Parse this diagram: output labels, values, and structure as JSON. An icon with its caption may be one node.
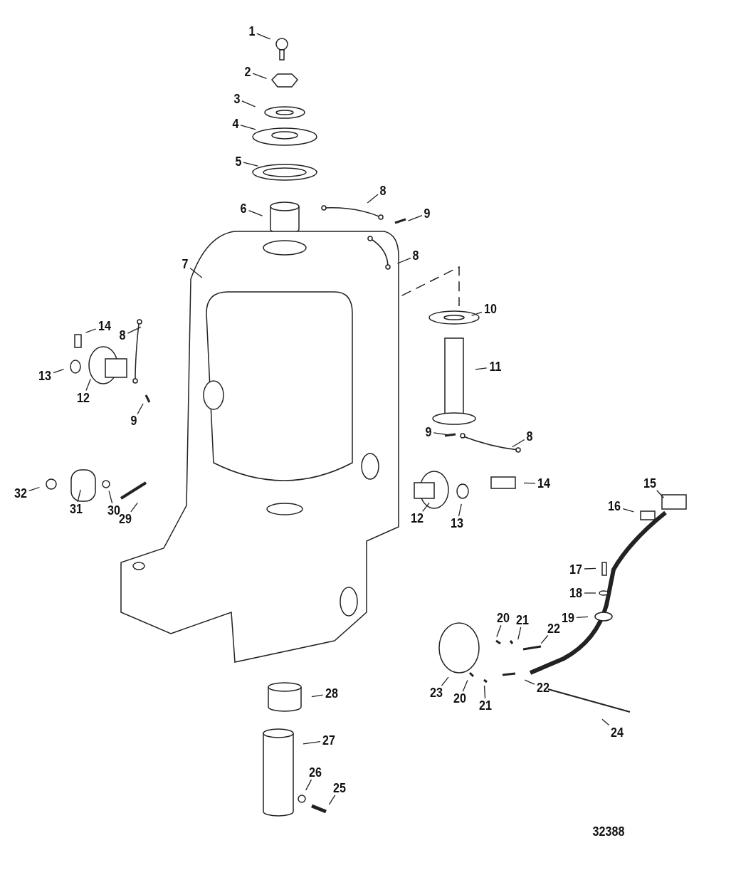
{
  "diagram": {
    "nodes": [
      {
        "text": [
          "1"
        ]
      },
      {
        "text": [
          "2"
        ]
      },
      {
        "text": [
          "3"
        ]
      },
      {
        "text": [
          "4"
        ]
      },
      {
        "text": [
          "5"
        ]
      },
      {
        "text": [
          "8"
        ]
      },
      {
        "text": [
          "9"
        ]
      },
      {
        "text": [
          "6"
        ]
      },
      {
        "text": [
          "8"
        ]
      },
      {
        "text": [
          "7"
        ]
      },
      {
        "text": [
          "10"
        ]
      },
      {
        "text": [
          "8"
        ]
      },
      {
        "text": [
          "14"
        ]
      },
      {
        "text": [
          "11"
        ]
      },
      {
        "text": [
          "13"
        ]
      },
      {
        "text": [
          "12"
        ]
      },
      {
        "text": [
          "9"
        ]
      },
      {
        "text": [
          "8"
        ]
      },
      {
        "text": [
          "9"
        ]
      },
      {
        "text": [
          "14"
        ]
      },
      {
        "text": [
          "32"
        ]
      },
      {
        "text": [
          "31"
        ]
      },
      {
        "text": [
          "30"
        ]
      },
      {
        "text": [
          "15"
        ]
      },
      {
        "text": [
          "29"
        ]
      },
      {
        "text": [
          "16"
        ]
      },
      {
        "text": [
          "12"
        ]
      },
      {
        "text": [
          "13"
        ]
      },
      {
        "text": [
          "17"
        ]
      },
      {
        "text": [
          "18"
        ]
      },
      {
        "text": [
          "19"
        ]
      },
      {
        "text": [
          "20"
        ]
      },
      {
        "text": [
          "21"
        ]
      },
      {
        "text": [
          "22"
        ]
      },
      {
        "text": [
          "23"
        ]
      },
      {
        "text": [
          "20"
        ]
      },
      {
        "text": [
          "21"
        ]
      },
      {
        "text": [
          "22"
        ]
      },
      {
        "text": [
          "28"
        ]
      },
      {
        "text": [
          "24"
        ]
      },
      {
        "text": [
          "27"
        ]
      },
      {
        "text": [
          "26"
        ]
      },
      {
        "text": [
          "25"
        ]
      }
    ],
    "edges": [
      {
        "from": 0,
        "to": null,
        "arrow": "none"
      },
      {
        "from": 1,
        "to": null,
        "arrow": "none"
      },
      {
        "from": 2,
        "to": null,
        "arrow": "none"
      },
      {
        "from": 3,
        "to": null,
        "arrow": "none"
      },
      {
        "from": 4,
        "to": null,
        "arrow": "none"
      },
      {
        "from": 5,
        "to": null,
        "arrow": "none"
      },
      {
        "from": 6,
        "to": null,
        "arrow": "none"
      },
      {
        "from": 7,
        "to": null,
        "arrow": "none"
      },
      {
        "from": 8,
        "to": null,
        "arrow": "none"
      },
      {
        "from": 9,
        "to": null,
        "arrow": "none"
      },
      {
        "from": 10,
        "to": null,
        "arrow": "none"
      },
      {
        "from": 11,
        "to": null,
        "arrow": "none"
      },
      {
        "from": 12,
        "to": null,
        "arrow": "none"
      },
      {
        "from": 13,
        "to": null,
        "arrow": "none"
      },
      {
        "from": 14,
        "to": null,
        "arrow": "none"
      },
      {
        "from": 15,
        "to": null,
        "arrow": "none"
      },
      {
        "from": 16,
        "to": null,
        "arrow": "none"
      },
      {
        "from": 17,
        "to": null,
        "arrow": "none"
      },
      {
        "from": 18,
        "to": null,
        "arrow": "none"
      },
      {
        "from": 19,
        "to": null,
        "arrow": "none"
      },
      {
        "from": 20,
        "to": null,
        "arrow": "none"
      },
      {
        "from": 21,
        "to": null,
        "arrow": "none"
      },
      {
        "from": 22,
        "to": null,
        "arrow": "none"
      },
      {
        "from": 23,
        "to": null,
        "arrow": "none"
      },
      {
        "from": 24,
        "to": null,
        "arrow": "none"
      },
      {
        "from": 25,
        "to": null,
        "arrow": "none"
      },
      {
        "from": 26,
        "to": null,
        "arrow": "none"
      },
      {
        "from": 27,
        "to": null,
        "arrow": "none"
      },
      {
        "from": 28,
        "to": null,
        "arrow": "none"
      },
      {
        "from": 29,
        "to": null,
        "arrow": "none"
      },
      {
        "from": 30,
        "to": null,
        "arrow": "none"
      },
      {
        "from": 31,
        "to": null,
        "arrow": "none"
      },
      {
        "from": 32,
        "to": null,
        "arrow": "none"
      },
      {
        "from": 33,
        "to": null,
        "arrow": "none"
      },
      {
        "from": 34,
        "to": null,
        "arrow": "none"
      },
      {
        "from": 35,
        "to": null,
        "arrow": "none"
      },
      {
        "from": 36,
        "to": null,
        "arrow": "none"
      },
      {
        "from": 37,
        "to": null,
        "arrow": "none"
      },
      {
        "from": 38,
        "to": null,
        "arrow": "none"
      },
      {
        "from": 39,
        "to": null,
        "arrow": "none"
      },
      {
        "from": 40,
        "to": null,
        "arrow": "none"
      },
      {
        "from": 41,
        "to": null,
        "arrow": "none"
      },
      {
        "from": 42,
        "to": null,
        "arrow": "none"
      }
    ],
    "labels": [
      "32388"
    ]
  }
}
